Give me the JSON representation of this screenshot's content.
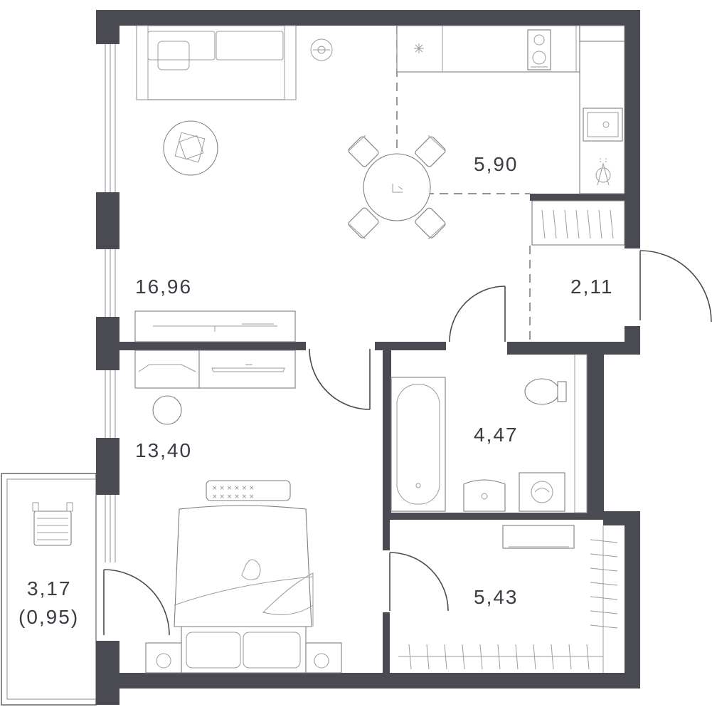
{
  "rooms": {
    "living": {
      "area": "16,96"
    },
    "kitchen": {
      "area": "5,90"
    },
    "hall": {
      "area": "2,11"
    },
    "bathroom": {
      "area": "4,47"
    },
    "bedroom": {
      "area": "13,40"
    },
    "wardrobe": {
      "area": "5,43"
    },
    "balcony": {
      "area": "3,17",
      "area_reduced": "(0,95)"
    }
  },
  "colors": {
    "wall": "#4a4b52",
    "line": "#7d7e84",
    "text": "#3c3d44"
  }
}
